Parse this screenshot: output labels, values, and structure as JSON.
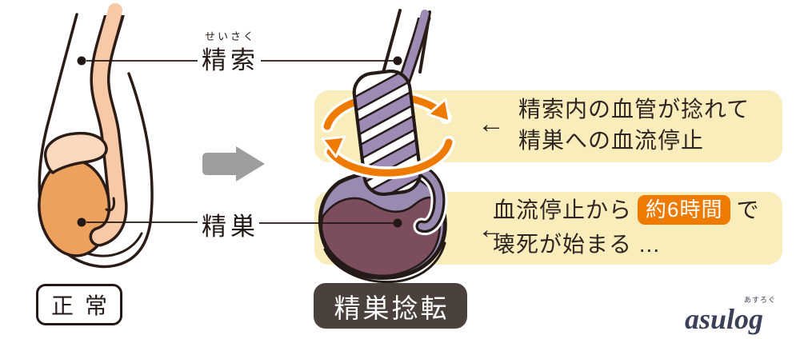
{
  "figure": {
    "title_left": "正常",
    "title_right": "精巣捻転"
  },
  "labels": {
    "spermatic_cord": {
      "furigana": "せいさく",
      "text": "精索"
    },
    "testis": {
      "text": "精巣"
    }
  },
  "annotations": {
    "first": {
      "arrow": "←",
      "line1": "精索内の血管が捻れて",
      "line2": "精巣への血流停止"
    },
    "second": {
      "arrow": "←",
      "line1_pre": "血流停止から",
      "badge": "約6時間",
      "line1_post": "で",
      "line2": "壊死が始まる ..."
    }
  },
  "logo": {
    "text": "asulog",
    "furigana": "あすろぐ"
  },
  "colors": {
    "highlight_yellow": "#faedbc",
    "accent_orange": "#ee7a00",
    "testis_orange": "#eda15f",
    "cord_peach": "#f8c9a6",
    "epididymis_peach": "#fad9bf",
    "purple_light": "#9a8ab2",
    "purple_band": "#9d8bb6",
    "necrosis_maroon": "#7c4d5c",
    "outline_dark": "#2b1c17",
    "gray_arrow": "#9e9ea0",
    "caption_dark_bg": "#4a403c",
    "logo_navy": "#3b4059"
  }
}
